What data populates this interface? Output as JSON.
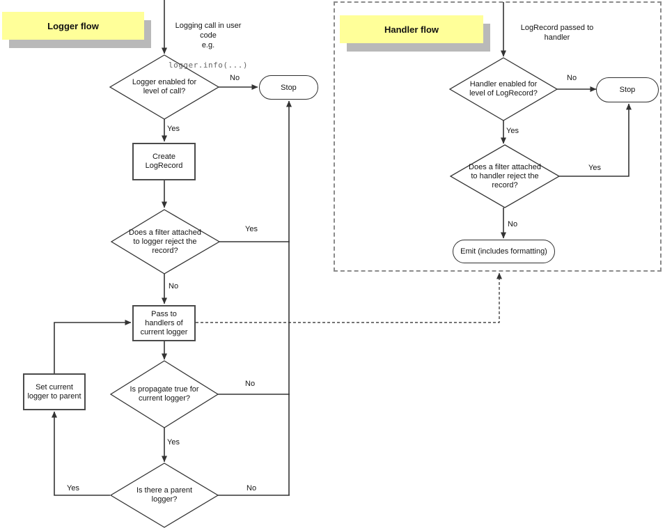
{
  "colors": {
    "note_bg": "#FFFF99",
    "note_shadow": "#B9B9B9",
    "line": "#333333",
    "code": "#666666"
  },
  "logger_flow": {
    "title": "Logger flow",
    "start_text": "Logging call in user\ncode\ne.g.",
    "start_code": "logger.info(...)",
    "d_enabled": "Logger enabled for\nlevel of call?",
    "stop_label": "Stop",
    "box_create": "Create\nLogRecord",
    "d_filter": "Does a filter attached\nto logger reject the\nrecord?",
    "box_pass": "Pass to\nhandlers of\ncurrent logger",
    "d_propagate": "Is propagate true for\ncurrent logger?",
    "box_set_parent": "Set current\nlogger to parent",
    "d_parent": "Is there a parent\nlogger?",
    "labels": {
      "d1_no": "No",
      "d1_yes": "Yes",
      "d2_yes": "Yes",
      "d2_no": "No",
      "d3_no": "No",
      "d3_yes": "Yes",
      "d4_yes": "Yes",
      "d4_no": "No"
    }
  },
  "handler_flow": {
    "title": "Handler flow",
    "start_text": "LogRecord passed to\nhandler",
    "d_enabled": "Handler enabled for\nlevel of LogRecord?",
    "stop_label": "Stop",
    "d_filter": "Does a filter attached\nto handler reject the\nrecord?",
    "emit_label": "Emit (includes formatting)",
    "labels": {
      "d1_no": "No",
      "d1_yes": "Yes",
      "d2_yes": "Yes",
      "d2_no": "No"
    }
  }
}
